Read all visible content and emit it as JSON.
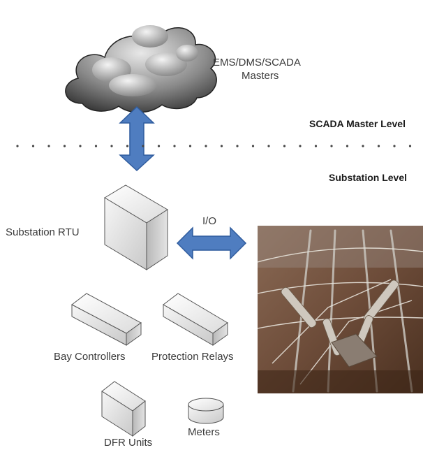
{
  "masters": {
    "line1": "EMS/DMS/SCADA",
    "line2": "Masters"
  },
  "levels": {
    "upper": "SCADA Master Level",
    "lower": "Substation Level"
  },
  "rtu_label": "Substation RTU",
  "io_label": "I/O",
  "devices": {
    "bay": "Bay Controllers",
    "relays": "Protection Relays",
    "dfr": "DFR Units",
    "meters": "Meters"
  },
  "colors": {
    "arrow": "#4f7dc0",
    "arrow_edge": "#2f5c9e",
    "dots": "#444444"
  }
}
